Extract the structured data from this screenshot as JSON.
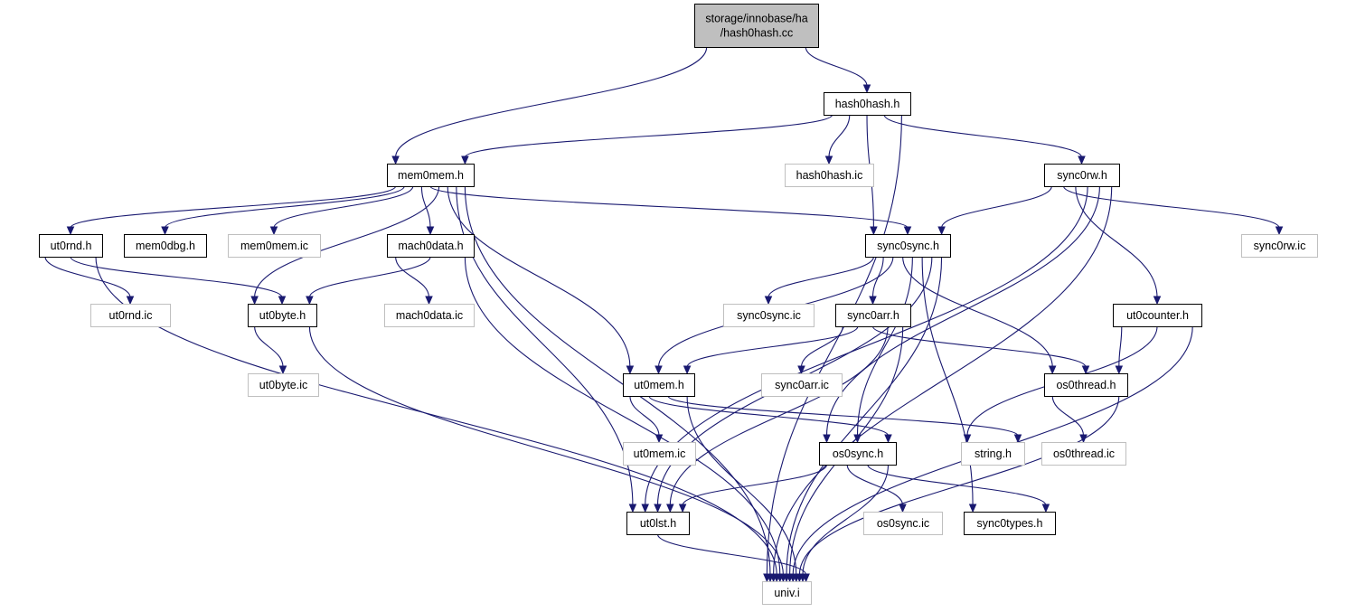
{
  "colors": {
    "edge": "#191970",
    "root_fill": "#bfbfbf",
    "solid_border": "#000000",
    "dim_border": "#bfbfbf"
  },
  "nodes": [
    {
      "id": "root",
      "lines": [
        "storage/innobase/ha",
        "/hash0hash.cc"
      ],
      "kind": "root"
    },
    {
      "id": "hash0hash_h",
      "lines": [
        "hash0hash.h"
      ],
      "kind": "solid"
    },
    {
      "id": "mem0mem_h",
      "lines": [
        "mem0mem.h"
      ],
      "kind": "solid"
    },
    {
      "id": "hash0hash_ic",
      "lines": [
        "hash0hash.ic"
      ],
      "kind": "dim"
    },
    {
      "id": "sync0rw_h",
      "lines": [
        "sync0rw.h"
      ],
      "kind": "solid"
    },
    {
      "id": "ut0rnd_h",
      "lines": [
        "ut0rnd.h"
      ],
      "kind": "solid"
    },
    {
      "id": "mem0dbg_h",
      "lines": [
        "mem0dbg.h"
      ],
      "kind": "solid"
    },
    {
      "id": "mem0mem_ic",
      "lines": [
        "mem0mem.ic"
      ],
      "kind": "dim"
    },
    {
      "id": "mach0data_h",
      "lines": [
        "mach0data.h"
      ],
      "kind": "solid"
    },
    {
      "id": "sync0sync_h",
      "lines": [
        "sync0sync.h"
      ],
      "kind": "solid"
    },
    {
      "id": "sync0rw_ic",
      "lines": [
        "sync0rw.ic"
      ],
      "kind": "dim"
    },
    {
      "id": "ut0rnd_ic",
      "lines": [
        "ut0rnd.ic"
      ],
      "kind": "dim"
    },
    {
      "id": "ut0byte_h",
      "lines": [
        "ut0byte.h"
      ],
      "kind": "solid"
    },
    {
      "id": "mach0data_ic",
      "lines": [
        "mach0data.ic"
      ],
      "kind": "dim"
    },
    {
      "id": "sync0sync_ic",
      "lines": [
        "sync0sync.ic"
      ],
      "kind": "dim"
    },
    {
      "id": "sync0arr_h",
      "lines": [
        "sync0arr.h"
      ],
      "kind": "solid"
    },
    {
      "id": "ut0counter_h",
      "lines": [
        "ut0counter.h"
      ],
      "kind": "solid"
    },
    {
      "id": "ut0byte_ic",
      "lines": [
        "ut0byte.ic"
      ],
      "kind": "dim"
    },
    {
      "id": "ut0mem_h",
      "lines": [
        "ut0mem.h"
      ],
      "kind": "solid"
    },
    {
      "id": "sync0arr_ic",
      "lines": [
        "sync0arr.ic"
      ],
      "kind": "dim"
    },
    {
      "id": "os0thread_h",
      "lines": [
        "os0thread.h"
      ],
      "kind": "solid"
    },
    {
      "id": "ut0mem_ic",
      "lines": [
        "ut0mem.ic"
      ],
      "kind": "dim"
    },
    {
      "id": "os0sync_h",
      "lines": [
        "os0sync.h"
      ],
      "kind": "solid"
    },
    {
      "id": "string_h",
      "lines": [
        "string.h"
      ],
      "kind": "dim"
    },
    {
      "id": "os0thread_ic",
      "lines": [
        "os0thread.ic"
      ],
      "kind": "dim"
    },
    {
      "id": "ut0lst_h",
      "lines": [
        "ut0lst.h"
      ],
      "kind": "solid"
    },
    {
      "id": "os0sync_ic",
      "lines": [
        "os0sync.ic"
      ],
      "kind": "dim"
    },
    {
      "id": "sync0types_h",
      "lines": [
        "sync0types.h"
      ],
      "kind": "solid"
    },
    {
      "id": "univ_i",
      "lines": [
        "univ.i"
      ],
      "kind": "dim"
    }
  ],
  "edges": [
    [
      "root",
      "mem0mem_h"
    ],
    [
      "root",
      "hash0hash_h"
    ],
    [
      "hash0hash_h",
      "mem0mem_h"
    ],
    [
      "hash0hash_h",
      "hash0hash_ic"
    ],
    [
      "hash0hash_h",
      "sync0sync_h"
    ],
    [
      "hash0hash_h",
      "sync0rw_h"
    ],
    [
      "hash0hash_h",
      "univ_i"
    ],
    [
      "mem0mem_h",
      "ut0rnd_h"
    ],
    [
      "mem0mem_h",
      "mem0dbg_h"
    ],
    [
      "mem0mem_h",
      "mem0mem_ic"
    ],
    [
      "mem0mem_h",
      "mach0data_h"
    ],
    [
      "mem0mem_h",
      "sync0sync_h"
    ],
    [
      "mem0mem_h",
      "ut0byte_h"
    ],
    [
      "mem0mem_h",
      "ut0mem_h"
    ],
    [
      "mem0mem_h",
      "ut0lst_h"
    ],
    [
      "mem0mem_h",
      "univ_i"
    ],
    [
      "sync0rw_h",
      "sync0sync_h"
    ],
    [
      "sync0rw_h",
      "sync0rw_ic"
    ],
    [
      "sync0rw_h",
      "ut0counter_h"
    ],
    [
      "sync0rw_h",
      "ut0lst_h"
    ],
    [
      "sync0rw_h",
      "os0sync_h"
    ],
    [
      "sync0rw_h",
      "univ_i"
    ],
    [
      "ut0rnd_h",
      "ut0rnd_ic"
    ],
    [
      "ut0rnd_h",
      "ut0byte_h"
    ],
    [
      "ut0rnd_h",
      "univ_i"
    ],
    [
      "mach0data_h",
      "mach0data_ic"
    ],
    [
      "mach0data_h",
      "ut0byte_h"
    ],
    [
      "mach0data_h",
      "univ_i"
    ],
    [
      "ut0byte_h",
      "ut0byte_ic"
    ],
    [
      "ut0byte_h",
      "univ_i"
    ],
    [
      "sync0sync_h",
      "sync0sync_ic"
    ],
    [
      "sync0sync_h",
      "sync0arr_h"
    ],
    [
      "sync0sync_h",
      "ut0mem_h"
    ],
    [
      "sync0sync_h",
      "os0thread_h"
    ],
    [
      "sync0sync_h",
      "os0sync_h"
    ],
    [
      "sync0sync_h",
      "sync0types_h"
    ],
    [
      "sync0sync_h",
      "ut0lst_h"
    ],
    [
      "sync0sync_h",
      "univ_i"
    ],
    [
      "sync0arr_h",
      "sync0arr_ic"
    ],
    [
      "sync0arr_h",
      "ut0mem_h"
    ],
    [
      "sync0arr_h",
      "os0thread_h"
    ],
    [
      "sync0arr_h",
      "ut0lst_h"
    ],
    [
      "sync0arr_h",
      "univ_i"
    ],
    [
      "ut0counter_h",
      "os0thread_h"
    ],
    [
      "ut0counter_h",
      "string_h"
    ],
    [
      "ut0counter_h",
      "univ_i"
    ],
    [
      "ut0mem_h",
      "ut0mem_ic"
    ],
    [
      "ut0mem_h",
      "os0sync_h"
    ],
    [
      "ut0mem_h",
      "string_h"
    ],
    [
      "ut0mem_h",
      "univ_i"
    ],
    [
      "os0thread_h",
      "os0thread_ic"
    ],
    [
      "os0thread_h",
      "univ_i"
    ],
    [
      "os0sync_h",
      "ut0lst_h"
    ],
    [
      "os0sync_h",
      "os0sync_ic"
    ],
    [
      "os0sync_h",
      "sync0types_h"
    ],
    [
      "os0sync_h",
      "univ_i"
    ],
    [
      "ut0lst_h",
      "univ_i"
    ]
  ]
}
